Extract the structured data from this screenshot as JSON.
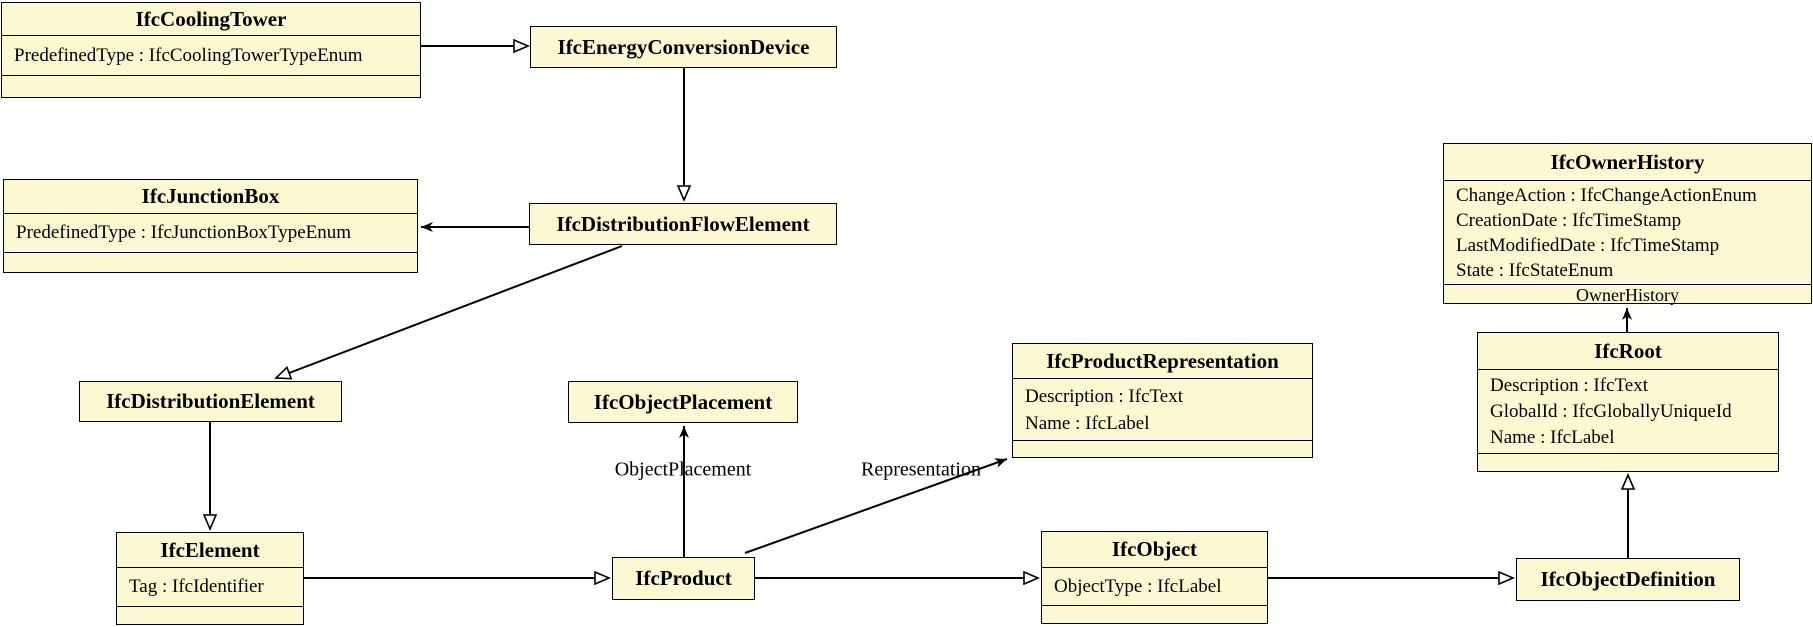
{
  "entities": {
    "cooling_tower": {
      "title": "IfcCoolingTower",
      "attributes": [
        "PredefinedType : IfcCoolingTowerTypeEnum"
      ]
    },
    "energy_conversion_device": {
      "title": "IfcEnergyConversionDevice"
    },
    "junction_box": {
      "title": "IfcJunctionBox",
      "attributes": [
        "PredefinedType : IfcJunctionBoxTypeEnum"
      ]
    },
    "distribution_flow_element": {
      "title": "IfcDistributionFlowElement"
    },
    "owner_history": {
      "title": "IfcOwnerHistory",
      "attributes": [
        "ChangeAction : IfcChangeActionEnum",
        "CreationDate : IfcTimeStamp",
        "LastModifiedDate : IfcTimeStamp",
        "State : IfcStateEnum"
      ],
      "footer": "OwnerHistory"
    },
    "distribution_element": {
      "title": "IfcDistributionElement"
    },
    "object_placement": {
      "title": "IfcObjectPlacement"
    },
    "product_representation": {
      "title": "IfcProductRepresentation",
      "attributes": [
        "Description : IfcText",
        "Name : IfcLabel"
      ]
    },
    "root": {
      "title": "IfcRoot",
      "attributes": [
        "Description : IfcText",
        "GlobalId : IfcGloballyUniqueId",
        "Name : IfcLabel"
      ]
    },
    "element": {
      "title": "IfcElement",
      "attributes": [
        "Tag : IfcIdentifier"
      ]
    },
    "product": {
      "title": "IfcProduct"
    },
    "object": {
      "title": "IfcObject",
      "attributes": [
        "ObjectType : IfcLabel"
      ]
    },
    "object_definition": {
      "title": "IfcObjectDefinition"
    }
  },
  "edges": [
    {
      "from": "IfcCoolingTower",
      "to": "IfcEnergyConversionDevice",
      "type": "generalization"
    },
    {
      "from": "IfcEnergyConversionDevice",
      "to": "IfcDistributionFlowElement",
      "type": "generalization"
    },
    {
      "from": "IfcDistributionFlowElement",
      "to": "IfcJunctionBox",
      "type": "association"
    },
    {
      "from": "IfcDistributionFlowElement",
      "to": "IfcDistributionElement",
      "type": "generalization"
    },
    {
      "from": "IfcDistributionElement",
      "to": "IfcElement",
      "type": "generalization"
    },
    {
      "from": "IfcElement",
      "to": "IfcProduct",
      "type": "generalization"
    },
    {
      "from": "IfcProduct",
      "to": "IfcObjectPlacement",
      "type": "association",
      "label": "ObjectPlacement"
    },
    {
      "from": "IfcProduct",
      "to": "IfcProductRepresentation",
      "type": "association",
      "label": "Representation"
    },
    {
      "from": "IfcProduct",
      "to": "IfcObject",
      "type": "generalization"
    },
    {
      "from": "IfcObject",
      "to": "IfcObjectDefinition",
      "type": "generalization"
    },
    {
      "from": "IfcObjectDefinition",
      "to": "IfcRoot",
      "type": "generalization"
    },
    {
      "from": "IfcRoot",
      "to": "IfcOwnerHistory",
      "type": "association",
      "label": "OwnerHistory"
    }
  ],
  "colors": {
    "box_fill": "#fcf8d2",
    "box_border": "#000000",
    "line": "#000000",
    "background": "#ffffff"
  }
}
